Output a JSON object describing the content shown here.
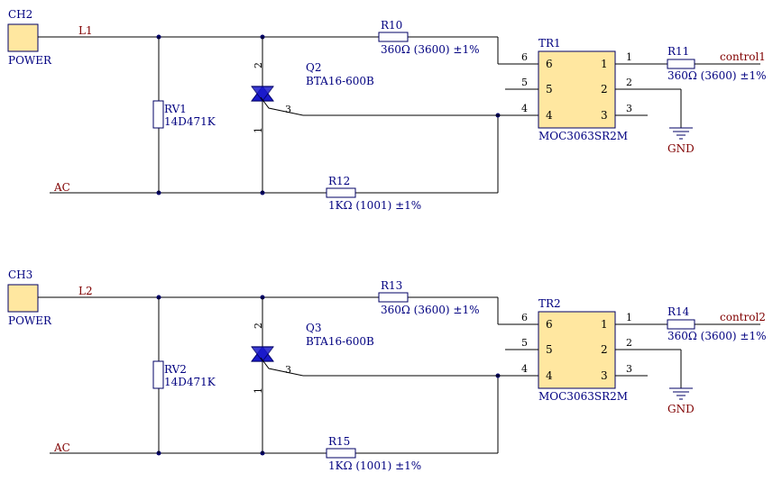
{
  "colors": {
    "wire": "#000000",
    "component_outline": "#000066",
    "label_text": "#000080",
    "net_text": "#800000",
    "connector_fill": "#ffe7a0",
    "optocoupler_fill": "#ffe7a0",
    "triac_fill": "#1a1acc",
    "junction": "#000066"
  },
  "channels": [
    {
      "connector_ref": "CH2",
      "connector_value": "POWER",
      "line_net": "L1",
      "neutral_net": "AC",
      "varistor_ref": "RV1",
      "varistor_value": "14D471K",
      "triac_ref": "Q2",
      "triac_value": "BTA16-600B",
      "triac_pin_top": "2",
      "triac_pin_bottom": "1",
      "triac_pin_gate": "3",
      "r_series_ref": "R10",
      "r_series_value": "360Ω (3600) ±1%",
      "r_gate_ref": "R12",
      "r_gate_value": "1KΩ (1001) ±1%",
      "opto_ref": "TR1",
      "opto_value": "MOC3063SR2M",
      "opto_pins": {
        "p1": "1",
        "p2": "2",
        "p3": "3",
        "p4": "4",
        "p5": "5",
        "p6": "6"
      },
      "opto_ext": {
        "e1": "1",
        "e2": "2",
        "e3": "3",
        "e4": "4",
        "e5": "5",
        "e6": "6"
      },
      "r_ctrl_ref": "R11",
      "r_ctrl_value": "360Ω (3600) ±1%",
      "control_net": "control1",
      "gnd_label": "GND"
    },
    {
      "connector_ref": "CH3",
      "connector_value": "POWER",
      "line_net": "L2",
      "neutral_net": "AC",
      "varistor_ref": "RV2",
      "varistor_value": "14D471K",
      "triac_ref": "Q3",
      "triac_value": "BTA16-600B",
      "triac_pin_top": "2",
      "triac_pin_bottom": "1",
      "triac_pin_gate": "3",
      "r_series_ref": "R13",
      "r_series_value": "360Ω (3600) ±1%",
      "r_gate_ref": "R15",
      "r_gate_value": "1KΩ (1001) ±1%",
      "opto_ref": "TR2",
      "opto_value": "MOC3063SR2M",
      "opto_pins": {
        "p1": "1",
        "p2": "2",
        "p3": "3",
        "p4": "4",
        "p5": "5",
        "p6": "6"
      },
      "opto_ext": {
        "e1": "1",
        "e2": "2",
        "e3": "3",
        "e4": "4",
        "e5": "5",
        "e6": "6"
      },
      "r_ctrl_ref": "R14",
      "r_ctrl_value": "360Ω (3600) ±1%",
      "control_net": "control2",
      "gnd_label": "GND"
    }
  ]
}
